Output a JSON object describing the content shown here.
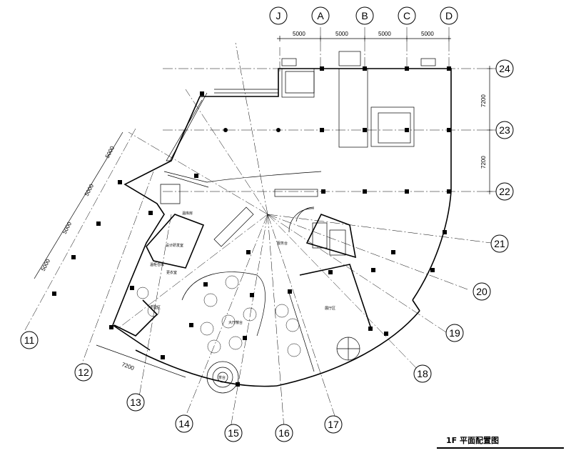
{
  "grid_top": [
    "J",
    "A",
    "B",
    "C",
    "D"
  ],
  "grid_right": [
    "24",
    "23",
    "22",
    "21",
    "20",
    "19",
    "18"
  ],
  "grid_bottom": [
    "17",
    "16",
    "15",
    "14",
    "13",
    "12",
    "11"
  ],
  "dims_top": [
    "5000",
    "5000",
    "5000",
    "5000"
  ],
  "dims_right": [
    "7200",
    "7200"
  ],
  "dims_left": [
    "5000",
    "5000",
    "5000",
    "5000"
  ],
  "dim_bottom": "7200",
  "rooms": {
    "r1": "温库房",
    "r2": "设计研发室",
    "r3": "温柜仓库",
    "r4": "更衣室",
    "r5": "卡座区",
    "r6": "大厅散台",
    "r7": "服务台",
    "r8": "茶台",
    "r9": "展厅区"
  },
  "drawing_title": "1F  平面配置图"
}
